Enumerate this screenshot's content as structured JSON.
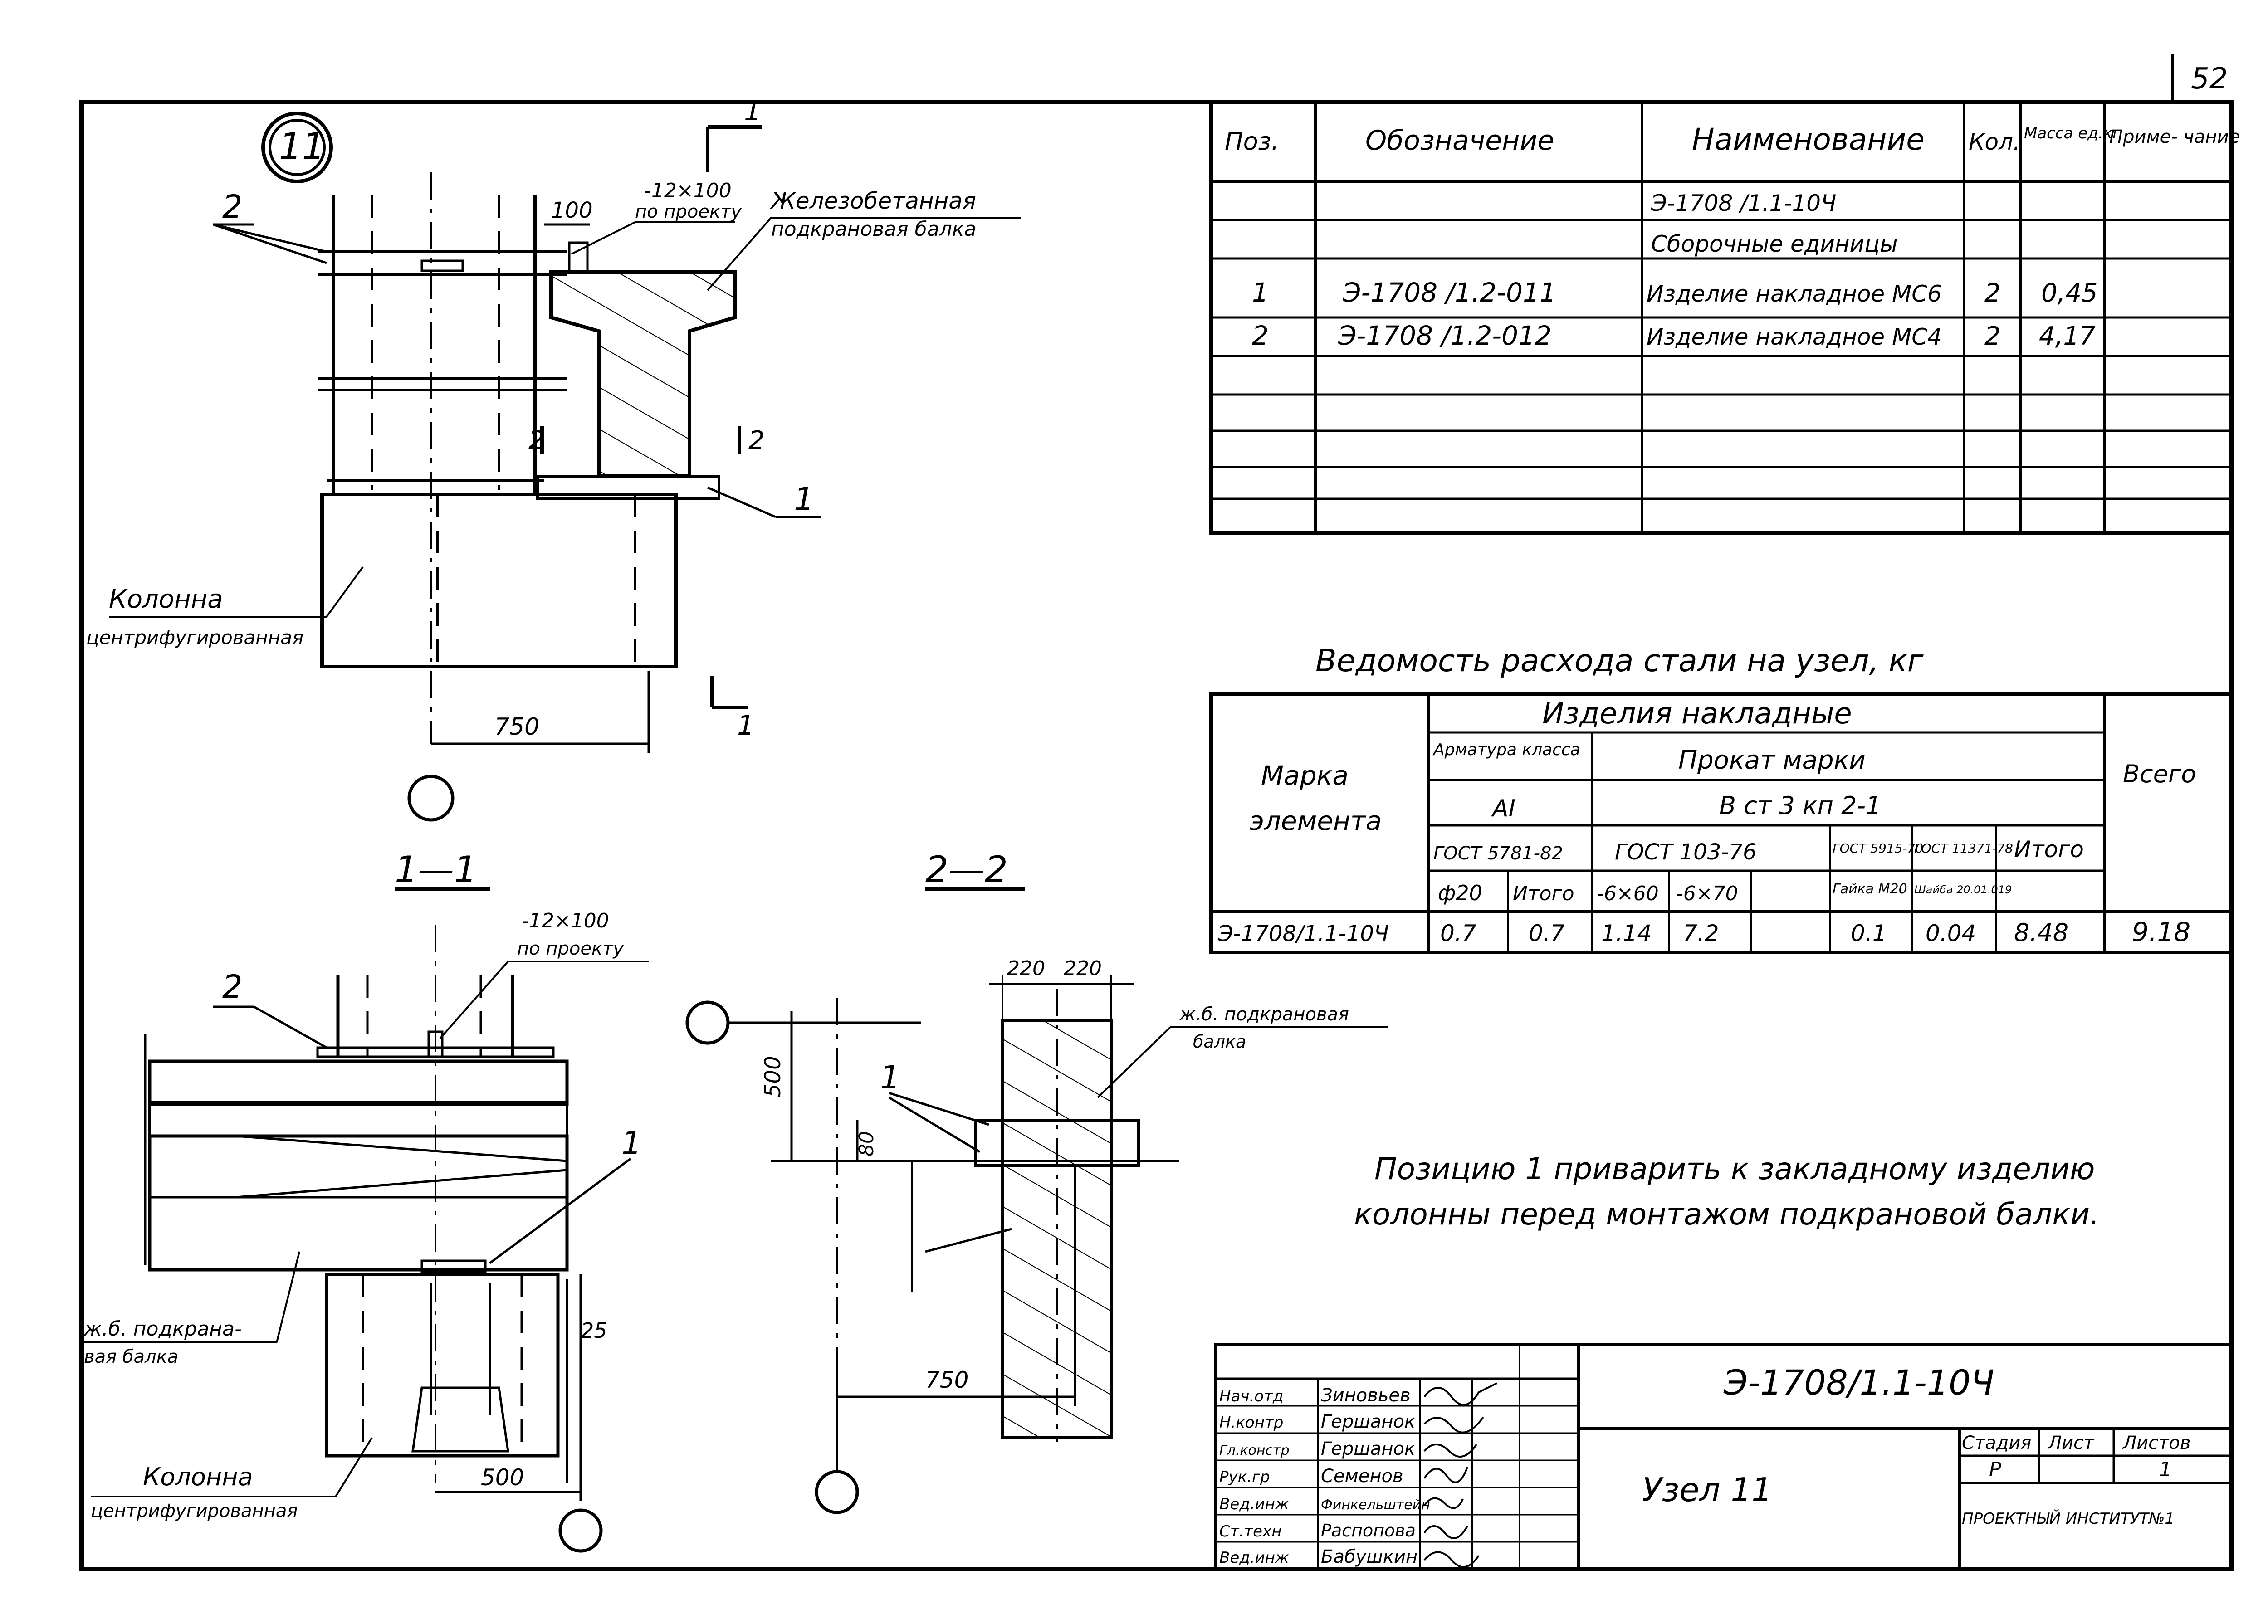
{
  "page_number": "52",
  "node_label": "11",
  "top_view": {
    "section_mark_1": "1",
    "callout_2": "2",
    "callout_1": "1",
    "dim_100": "100",
    "plate_size": "-12×100",
    "plate_note": "по проекту",
    "beam_label_1": "Железобетанная",
    "beam_label_2": "подкрановая балка",
    "column_label_1": "Колонна",
    "column_label_2": "центрифугированная",
    "section_2_mark": "2",
    "dim_750": "750"
  },
  "section_1_1": {
    "title": "1—1",
    "plate_size": "-12×100",
    "plate_note": "по проекту",
    "callout_2": "2",
    "callout_1": "1",
    "beam_label_1": "ж.б. подкрана-",
    "beam_label_2": "вая балка",
    "column_label_1": "Колонна",
    "column_label_2": "центрифугированная",
    "dim_500": "500",
    "dim_25": "25"
  },
  "section_2_2": {
    "title": "2—2",
    "dim_220a": "220",
    "dim_220b": "220",
    "dim_500": "500",
    "dim_80": "80",
    "dim_750": "750",
    "callout_1": "1",
    "beam_label_1": "ж.б. подкрановая",
    "beam_label_2": "балка"
  },
  "spec_table": {
    "headers": [
      "Поз.",
      "Обозначение",
      "Наименование",
      "Кол.",
      "Масса ед.кг",
      "Приме- чание"
    ],
    "rows": [
      {
        "pos": "",
        "code": "",
        "name": "Э-1708 /1.1-10Ч",
        "qty": "",
        "mass": "",
        "note": ""
      },
      {
        "pos": "",
        "code": "",
        "name": "Сборочные единицы",
        "qty": "",
        "mass": "",
        "note": ""
      },
      {
        "pos": "1",
        "code": "Э-1708 /1.2-011",
        "name": "Изделие накладное МС6",
        "qty": "2",
        "mass": "0,45",
        "note": ""
      },
      {
        "pos": "2",
        "code": "Э-1708 /1.2-012",
        "name": "Изделие накладное МС4",
        "qty": "2",
        "mass": "4,17",
        "note": ""
      },
      {
        "pos": "",
        "code": "",
        "name": "",
        "qty": "",
        "mass": "",
        "note": ""
      },
      {
        "pos": "",
        "code": "",
        "name": "",
        "qty": "",
        "mass": "",
        "note": ""
      },
      {
        "pos": "",
        "code": "",
        "name": "",
        "qty": "",
        "mass": "",
        "note": ""
      },
      {
        "pos": "",
        "code": "",
        "name": "",
        "qty": "",
        "mass": "",
        "note": ""
      },
      {
        "pos": "",
        "code": "",
        "name": "",
        "qty": "",
        "mass": "",
        "note": ""
      }
    ]
  },
  "steel_table": {
    "title": "Ведомость расхода стали на узел, кг",
    "mark_header_1": "Марка",
    "mark_header_2": "элемента",
    "group_header": "Изделия накладные",
    "rebar_header": "Арматура класса",
    "rebar_class": "АI",
    "rebar_gost": "ГОСТ 5781-82",
    "rolled_header": "Прокат марки",
    "rolled_grade": "В ст 3 кп 2-1",
    "gost_103": "ГОСТ 103-76",
    "gost_5915": "ГОСТ 5915-70",
    "gost_11371": "ГОСТ 11371-78",
    "itogo": "Итого",
    "vsego": "Всего",
    "sub_cols": [
      "ф20",
      "Итого",
      "-6×60",
      "-6×70",
      "",
      "Гайка М20",
      "Шайба 20.01.019"
    ],
    "row": {
      "mark": "Э-1708/1.1-10Ч",
      "values": [
        "0.7",
        "0.7",
        "1.14",
        "7.2",
        "",
        "0.1",
        "0.04",
        "8.48",
        "9.18"
      ]
    }
  },
  "note_text_1": "Позицию 1 приварить к закладному изделию",
  "note_text_2": "колонны перед монтажом подкрановой балки.",
  "title_block": {
    "doc_code": "Э-1708/1.1-10Ч",
    "title": "Узел 11",
    "stage_label": "Стадия",
    "sheet_label": "Лист",
    "sheets_label": "Листов",
    "stage_value": "Р",
    "sheets_value": "1",
    "institute": "ПРОЕКТНЫЙ ИНСТИТУТ№1",
    "people": [
      {
        "role": "Нач.отд",
        "name": "Зиновьев"
      },
      {
        "role": "Н.контр",
        "name": "Гершанок"
      },
      {
        "role": "Гл.констр",
        "name": "Гершанок"
      },
      {
        "role": "Рук.гр",
        "name": "Семенов"
      },
      {
        "role": "Вед.инж",
        "name": "Финкельштейн"
      },
      {
        "role": "Ст.техн",
        "name": "Распопова"
      },
      {
        "role": "Вед.инж",
        "name": "Бабушкин"
      }
    ]
  }
}
